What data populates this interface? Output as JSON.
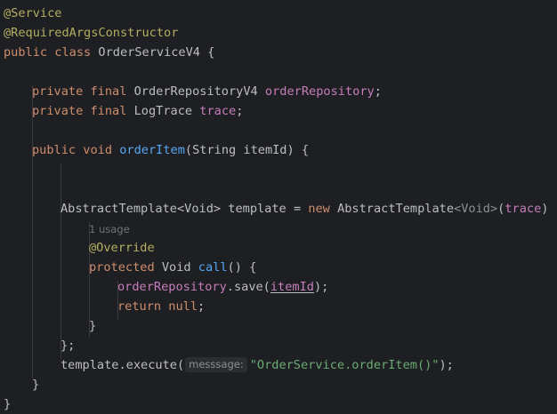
{
  "code": {
    "l1": {
      "ann": "@Service"
    },
    "l2": {
      "ann": "@RequiredArgsConstructor"
    },
    "l3": {
      "kw_public": "public",
      "kw_class": "class",
      "name": "OrderServiceV4",
      "brace": "{"
    },
    "l5": {
      "kw_private": "private",
      "kw_final": "final",
      "type": "OrderRepositoryV4",
      "field": "orderRepository",
      "semi": ";"
    },
    "l6": {
      "kw_private": "private",
      "kw_final": "final",
      "type": "LogTrace",
      "field": "trace",
      "semi": ";"
    },
    "l8": {
      "kw_public": "public",
      "kw_void": "void",
      "method": "orderItem",
      "open": "(",
      "param_type": "String",
      "param": "itemId",
      "close": ") {"
    },
    "l11": {
      "type": "AbstractTemplate",
      "gen_open": "<",
      "gen": "Void",
      "gen_close": ">",
      "var": "template",
      "eq": "=",
      "kw_new": "new",
      "type2": "AbstractTemplate",
      "gen2_open": "<",
      "gen2": "Void",
      "gen2_close": ">",
      "paren": "(",
      "arg": "trace",
      "close": ") {"
    },
    "usage_hint": "1 usage",
    "l13": {
      "ann": "@Override"
    },
    "l14": {
      "kw_protected": "protected",
      "type": "Void",
      "method": "call",
      "rest": "() {"
    },
    "l15": {
      "field": "orderRepository",
      "dot_save": ".save(",
      "arg": "itemId",
      "close": ");"
    },
    "l16": {
      "kw_return": "return",
      "kw_null": "null",
      "semi": ";"
    },
    "l17": {
      "brace": "}"
    },
    "l18": {
      "close": "};"
    },
    "l19": {
      "obj": "template.execute(",
      "hint": "messsage:",
      "str": "\"OrderService.orderItem()\"",
      "close": ");"
    },
    "l20": {
      "brace": "}"
    },
    "l21": {
      "brace": "}"
    }
  },
  "colors": {
    "background": "#1e1f22",
    "annotation": "#b3ae60",
    "keyword": "#cf8e6d",
    "field": "#c77dbb",
    "method": "#56a8f5",
    "string": "#6aab73",
    "text": "#bcbec4"
  }
}
